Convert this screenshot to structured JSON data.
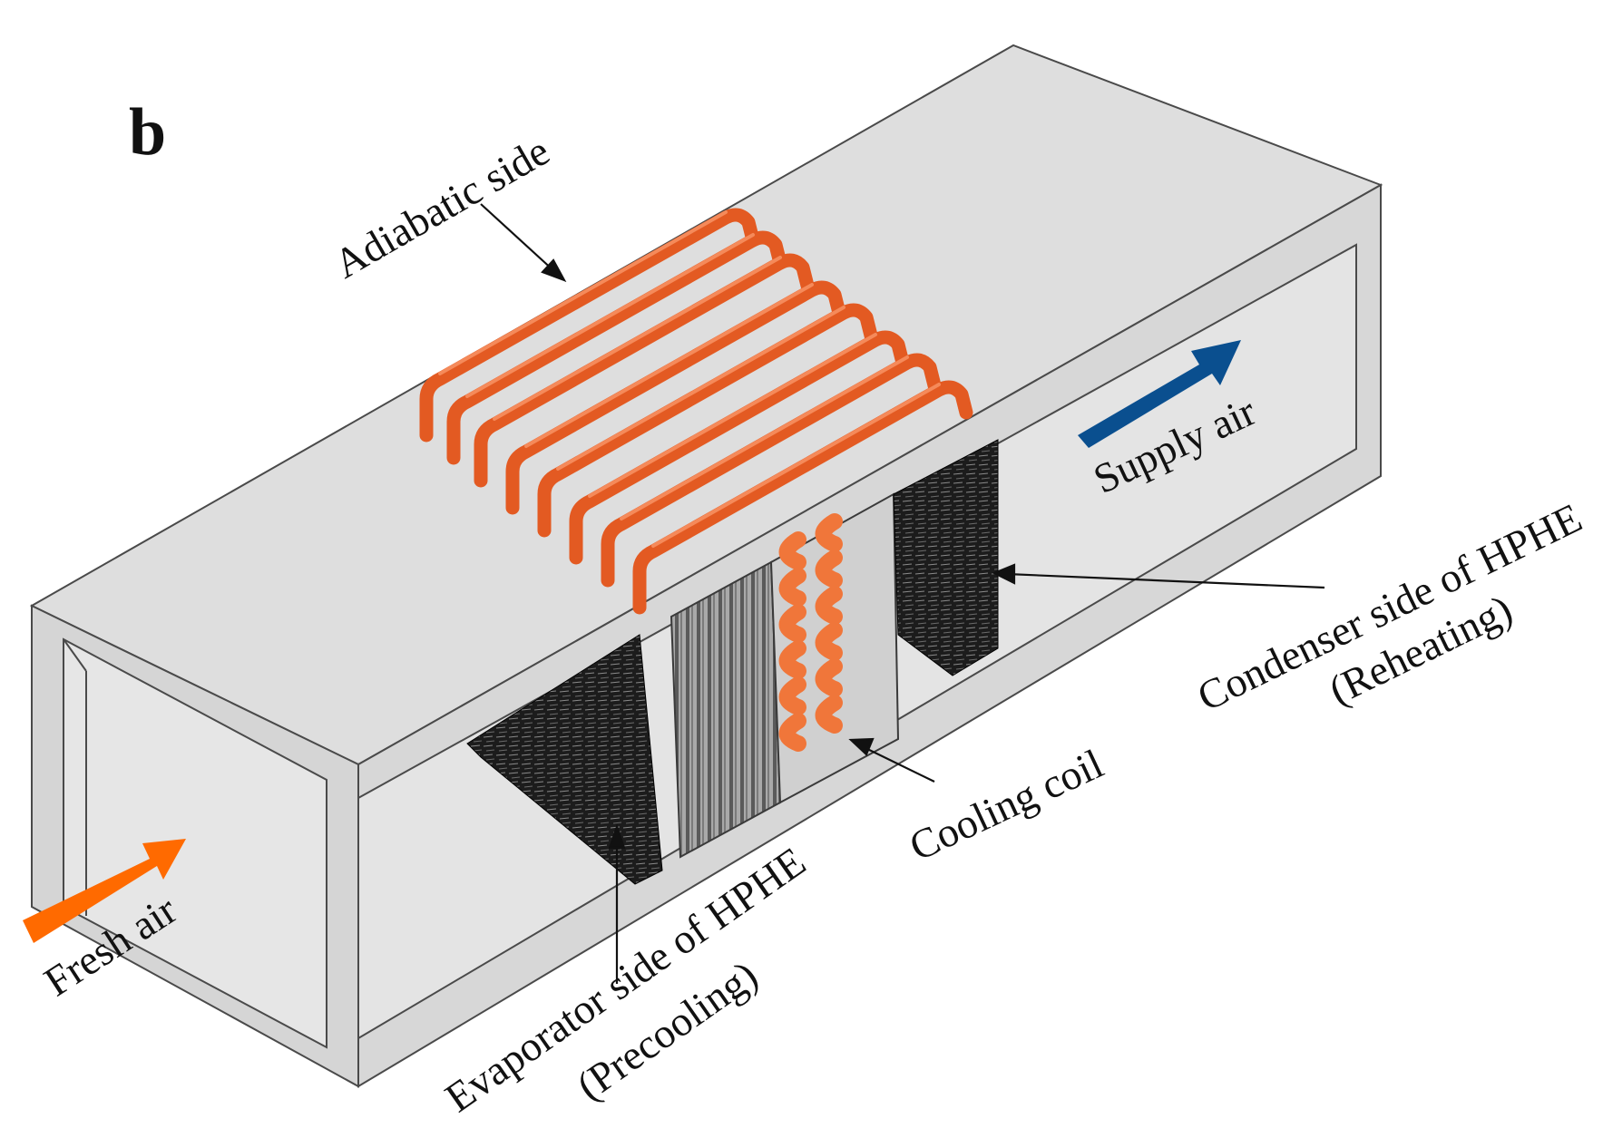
{
  "figure": {
    "panel_label": "b",
    "labels": {
      "adiabatic": "Adiabatic side",
      "supply_air": "Supply air",
      "condenser_line1": "Condenser side of HPHE",
      "condenser_line2": "(Reheating)",
      "cooling_coil": "Cooling coil",
      "evaporator_line1": "Evaporator side of HPHE",
      "evaporator_line2": "(Precooling)",
      "fresh_air": "Fresh air"
    }
  },
  "colors": {
    "duct_fill": "#dedede",
    "duct_outline": "#4a4a4a",
    "heat_pipe": "#e35a22",
    "fin_pack": "#1c1c1c",
    "cooling_coil_bend": "#f0763a",
    "fresh_air_arrow": "#ff6a00",
    "supply_air_arrow": "#0a4f8f"
  },
  "icons": {
    "fresh_air_arrow": "arrow-right-icon",
    "supply_air_arrow": "arrow-right-icon"
  }
}
